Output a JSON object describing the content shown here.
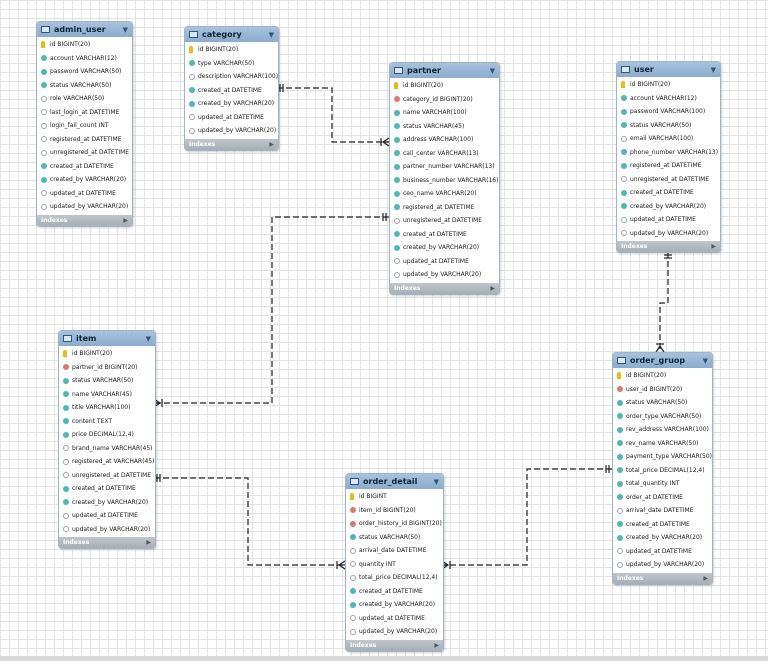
{
  "tables": [
    {
      "id": "admin_user",
      "title": "admin_user",
      "footer": "Indexes",
      "columns": [
        {
          "key": "pk",
          "text": "id BIGINT(20)"
        },
        {
          "key": "nn",
          "text": "account VARCHAR(12)"
        },
        {
          "key": "nn",
          "text": "password VARCHAR(50)"
        },
        {
          "key": "nn",
          "text": "status VARCHAR(50)"
        },
        {
          "key": "nu",
          "text": "role VARCHAR(50)"
        },
        {
          "key": "nu",
          "text": "last_login_at DATETIME"
        },
        {
          "key": "nu",
          "text": "login_fail_count INT"
        },
        {
          "key": "nu",
          "text": "registered_at DATETIME"
        },
        {
          "key": "nu",
          "text": "unregistered_at DATETIME"
        },
        {
          "key": "nn",
          "text": "created_at DATETIME"
        },
        {
          "key": "nn",
          "text": "created_by VARCHAR(20)"
        },
        {
          "key": "nu",
          "text": "updated_at DATETIME"
        },
        {
          "key": "nu",
          "text": "updated_by VARCHAR(20)"
        }
      ]
    },
    {
      "id": "category",
      "title": "category",
      "footer": "Indexes",
      "columns": [
        {
          "key": "pk",
          "text": "id BIGINT(20)"
        },
        {
          "key": "nn",
          "text": "type VARCHAR(50)"
        },
        {
          "key": "nu",
          "text": "description VARCHAR(100)"
        },
        {
          "key": "nn",
          "text": "created_at DATETIME"
        },
        {
          "key": "nn",
          "text": "created_by VARCHAR(20)"
        },
        {
          "key": "nu",
          "text": "updated_at DATETIME"
        },
        {
          "key": "nu",
          "text": "updated_by VARCHAR(20)"
        }
      ]
    },
    {
      "id": "partner",
      "title": "partner",
      "footer": "Indexes",
      "columns": [
        {
          "key": "pk",
          "text": "id BIGINT(20)"
        },
        {
          "key": "fk",
          "text": "category_id BIGINT(20)"
        },
        {
          "key": "nn",
          "text": "name VARCHAR(100)"
        },
        {
          "key": "nn",
          "text": "status VARCHAR(45)"
        },
        {
          "key": "nn",
          "text": "address VARCHAR(100)"
        },
        {
          "key": "nn",
          "text": "call_center VARCHAR(13)"
        },
        {
          "key": "nn",
          "text": "partner_number VARCHAR(13)"
        },
        {
          "key": "nn",
          "text": "business_number VARCHAR(16)"
        },
        {
          "key": "nn",
          "text": "ceo_name VARCHAR(20)"
        },
        {
          "key": "nn",
          "text": "registered_at DATETIME"
        },
        {
          "key": "nu",
          "text": "unregistered_at DATETIME"
        },
        {
          "key": "nn",
          "text": "created_at DATETIME"
        },
        {
          "key": "nn",
          "text": "created_by VARCHAR(20)"
        },
        {
          "key": "nu",
          "text": "updated_at DATETIME"
        },
        {
          "key": "nu",
          "text": "updated_by VARCHAR(20)"
        }
      ]
    },
    {
      "id": "user",
      "title": "user",
      "footer": "Indexes",
      "columns": [
        {
          "key": "pk",
          "text": "id BIGINT(20)"
        },
        {
          "key": "nn",
          "text": "account VARCHAR(12)"
        },
        {
          "key": "nn",
          "text": "password VARCHAR(100)"
        },
        {
          "key": "nn",
          "text": "status VARCHAR(50)"
        },
        {
          "key": "nu",
          "text": "email VARCHAR(100)"
        },
        {
          "key": "nn",
          "text": "phone_number VARCHAR(13)"
        },
        {
          "key": "nn",
          "text": "registered_at DATETIME"
        },
        {
          "key": "nu",
          "text": "unregistered_at DATETIME"
        },
        {
          "key": "nn",
          "text": "created_at DATETIME"
        },
        {
          "key": "nn",
          "text": "created_by VARCHAR(20)"
        },
        {
          "key": "nu",
          "text": "updated_at DATETIME"
        },
        {
          "key": "nu",
          "text": "updated_by VARCHAR(20)"
        }
      ]
    },
    {
      "id": "item",
      "title": "item",
      "footer": "Indexes",
      "columns": [
        {
          "key": "pk",
          "text": "id BIGINT(20)"
        },
        {
          "key": "fk",
          "text": "partner_id BIGINT(20)"
        },
        {
          "key": "nn",
          "text": "status VARCHAR(50)"
        },
        {
          "key": "nn",
          "text": "name VARCHAR(45)"
        },
        {
          "key": "nn",
          "text": "title VARCHAR(100)"
        },
        {
          "key": "nn",
          "text": "content TEXT"
        },
        {
          "key": "nn",
          "text": "price DECIMAL(12,4)"
        },
        {
          "key": "nu",
          "text": "brand_name VARCHAR(45)"
        },
        {
          "key": "nu",
          "text": "registered_at VARCHAR(45)"
        },
        {
          "key": "nu",
          "text": "unregistered_at DATETIME"
        },
        {
          "key": "nn",
          "text": "created_at DATETIME"
        },
        {
          "key": "nn",
          "text": "created_by VARCHAR(20)"
        },
        {
          "key": "nu",
          "text": "updated_at DATETIME"
        },
        {
          "key": "nu",
          "text": "updated_by VARCHAR(20)"
        }
      ]
    },
    {
      "id": "order_detail",
      "title": "order_detail",
      "footer": "Indexes",
      "columns": [
        {
          "key": "pk",
          "text": "id BIGINT"
        },
        {
          "key": "fk",
          "text": "item_id BIGINT(20)"
        },
        {
          "key": "fk",
          "text": "order_history_id BIGINT(20)"
        },
        {
          "key": "nn",
          "text": "status VARCHAR(50)"
        },
        {
          "key": "nu",
          "text": "arrival_date DATETIME"
        },
        {
          "key": "nu",
          "text": "quantity INT"
        },
        {
          "key": "nu",
          "text": "total_price DECIMAL(12,4)"
        },
        {
          "key": "nn",
          "text": "created_at DATETIME"
        },
        {
          "key": "nn",
          "text": "created_by VARCHAR(20)"
        },
        {
          "key": "nu",
          "text": "updated_at DATETIME"
        },
        {
          "key": "nu",
          "text": "updated_by VARCHAR(20)"
        }
      ]
    },
    {
      "id": "order_gruop",
      "title": "order_gruop",
      "footer": "Indexes",
      "columns": [
        {
          "key": "pk",
          "text": "id BIGINT(20)"
        },
        {
          "key": "fk",
          "text": "user_id BIGINT(20)"
        },
        {
          "key": "nn",
          "text": "status VARCHAR(50)"
        },
        {
          "key": "nn",
          "text": "order_type VARCHAR(50)"
        },
        {
          "key": "nn",
          "text": "rev_address VARCHAR(100)"
        },
        {
          "key": "nn",
          "text": "rev_name VARCHAR(50)"
        },
        {
          "key": "nn",
          "text": "payment_type VARCHAR(50)"
        },
        {
          "key": "nn",
          "text": "total_price DECIMAL(12,4)"
        },
        {
          "key": "nn",
          "text": "total_quantity INT"
        },
        {
          "key": "nn",
          "text": "order_at DATETIME"
        },
        {
          "key": "nu",
          "text": "arrival_date DATETIME"
        },
        {
          "key": "nn",
          "text": "created_at DATETIME"
        },
        {
          "key": "nn",
          "text": "created_by VARCHAR(20)"
        },
        {
          "key": "nu",
          "text": "updated_at DATETIME"
        },
        {
          "key": "nu",
          "text": "updated_by VARCHAR(20)"
        }
      ]
    }
  ],
  "icons": {
    "pk": "primary-key-icon",
    "fk": "foreign-key-icon",
    "nn": "not-null-column-icon",
    "nu": "nullable-column-icon"
  },
  "colors": {
    "header": "#8bacce",
    "primary_key": "#e7bd1e",
    "foreign_key": "#d97a6c",
    "not_null": "#52b7b4",
    "relationship_line": "#222222"
  },
  "relationships": [
    {
      "from": "category",
      "to": "partner",
      "from_cardinality": "one",
      "to_cardinality": "many"
    },
    {
      "from": "partner",
      "to": "item",
      "from_cardinality": "one",
      "to_cardinality": "many"
    },
    {
      "from": "user",
      "to": "order_gruop",
      "from_cardinality": "one",
      "to_cardinality": "many"
    },
    {
      "from": "item",
      "to": "order_detail",
      "from_cardinality": "one",
      "to_cardinality": "many"
    },
    {
      "from": "order_gruop",
      "to": "order_detail",
      "from_cardinality": "one",
      "to_cardinality": "many"
    }
  ]
}
